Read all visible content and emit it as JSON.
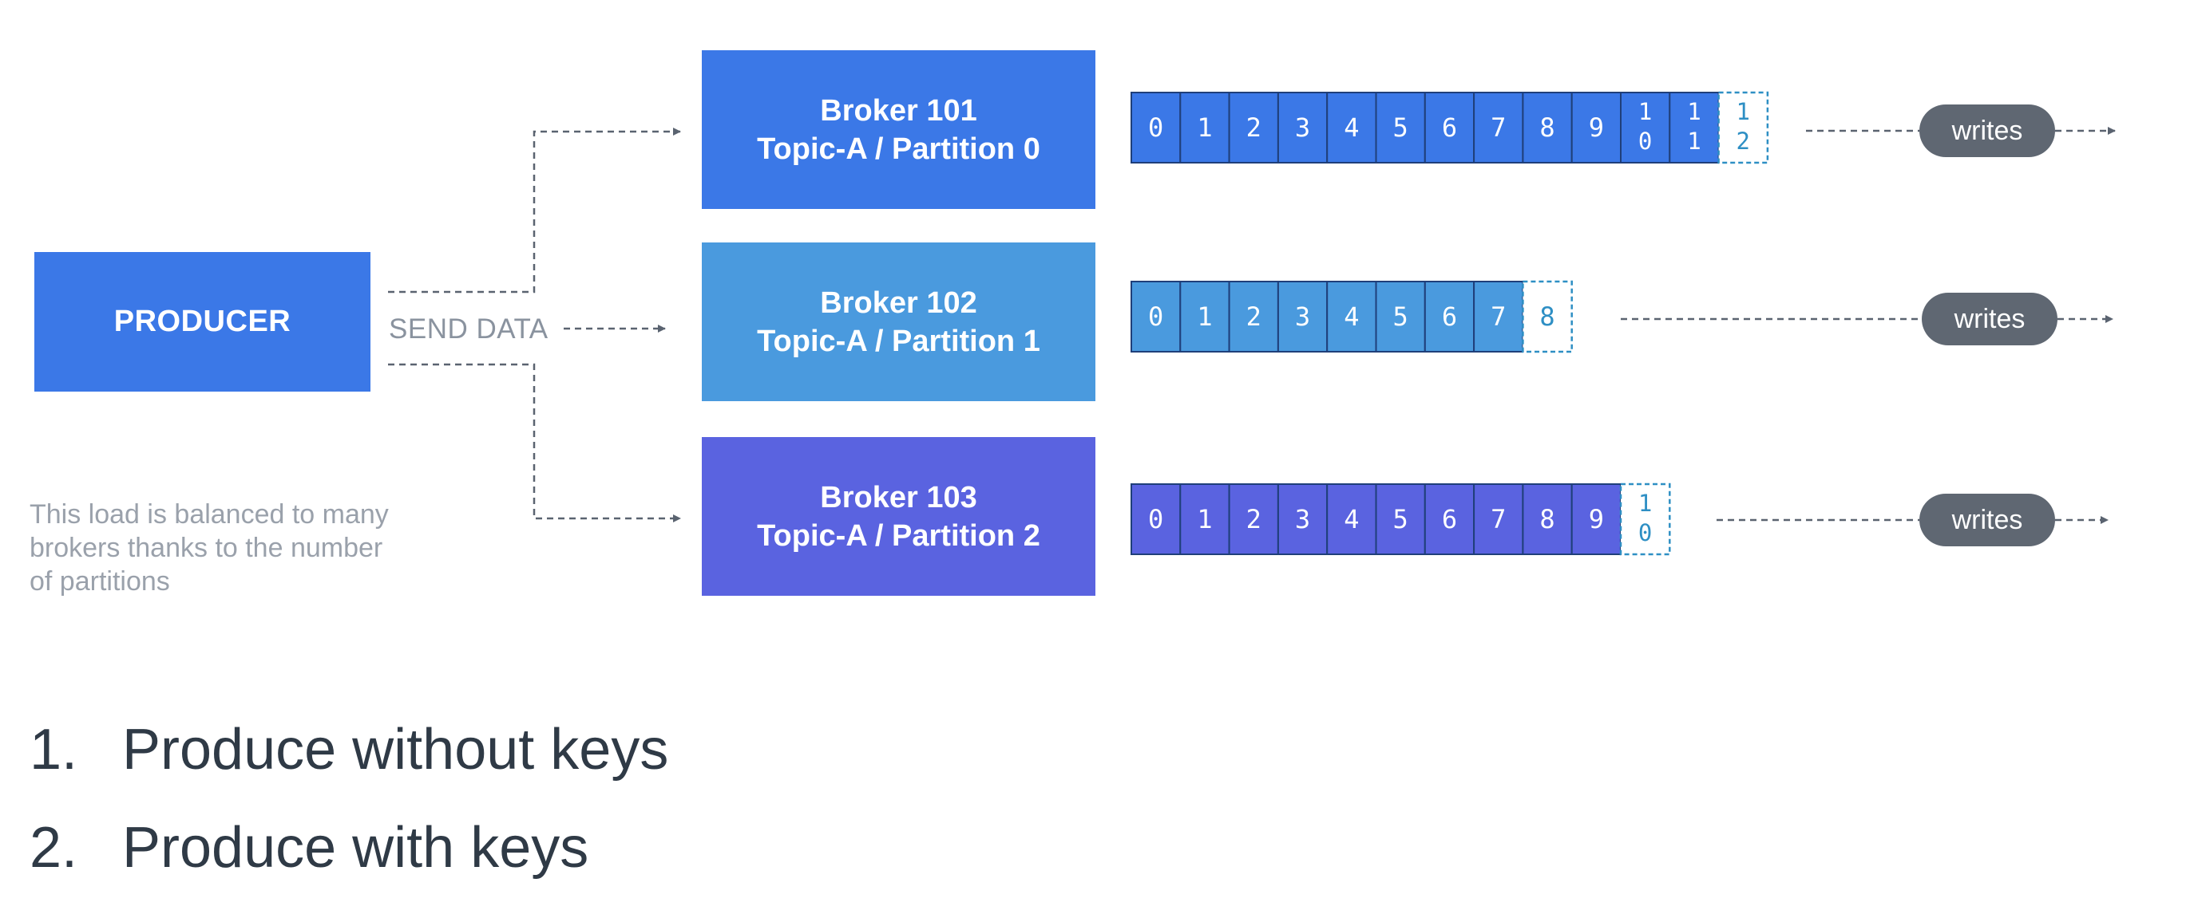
{
  "producer": {
    "label": "PRODUCER"
  },
  "send_label": "SEND DATA",
  "note": "This load is balanced to many brokers thanks to the number of partitions",
  "brokers": [
    {
      "line1": "Broker 101",
      "line2": "Topic-A / Partition 0",
      "color": "#3b78e7"
    },
    {
      "line1": "Broker 102",
      "line2": "Topic-A / Partition 1",
      "color": "#4a9ade"
    },
    {
      "line1": "Broker 103",
      "line2": "Topic-A / Partition 2",
      "color": "#5a63e0"
    }
  ],
  "partitions": [
    {
      "offsets": [
        "0",
        "1",
        "2",
        "3",
        "4",
        "5",
        "6",
        "7",
        "8",
        "9",
        "10",
        "11"
      ],
      "next_offset": "12",
      "color": "#3b78e7"
    },
    {
      "offsets": [
        "0",
        "1",
        "2",
        "3",
        "4",
        "5",
        "6",
        "7"
      ],
      "next_offset": "8",
      "color": "#4a9ade"
    },
    {
      "offsets": [
        "0",
        "1",
        "2",
        "3",
        "4",
        "5",
        "6",
        "7",
        "8",
        "9"
      ],
      "next_offset": "10",
      "color": "#5a63e0"
    }
  ],
  "writes_label": "writes",
  "list": [
    {
      "num": "1.",
      "text": "Produce without keys"
    },
    {
      "num": "2.",
      "text": "Produce with keys"
    }
  ],
  "colors": {
    "cell_border": "#1f3f7a",
    "dashed": "#5a6370",
    "next_cell": "#2e8fc4"
  }
}
